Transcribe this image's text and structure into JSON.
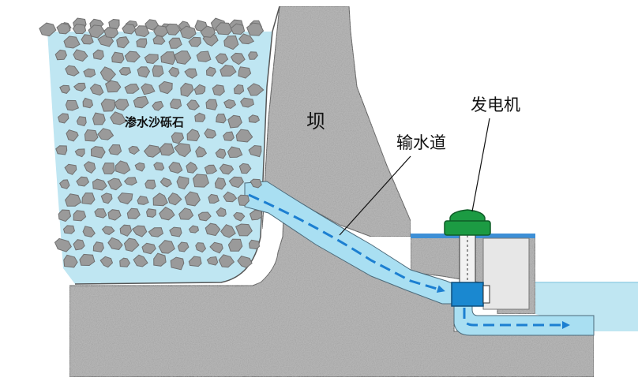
{
  "labels": {
    "gravel": "渗水沙砾石",
    "dam": "坝",
    "channel": "输水道",
    "generator": "发电机"
  },
  "colors": {
    "water_fill": "#bfe6f2",
    "water_surface": "#3d8fd6",
    "rock_fill": "#9a9a9a",
    "rock_stroke": "#707070",
    "concrete": "#b5b5b5",
    "pipe_water": "#a9dff2",
    "flow_arrow": "#1c7fd1",
    "generator_green": "#1c9b43",
    "turbine_blue": "#1a88d0"
  },
  "icons": {
    "flow": "dashed-arrow-icon",
    "generator": "generator-icon",
    "turbine": "turbine-icon"
  }
}
